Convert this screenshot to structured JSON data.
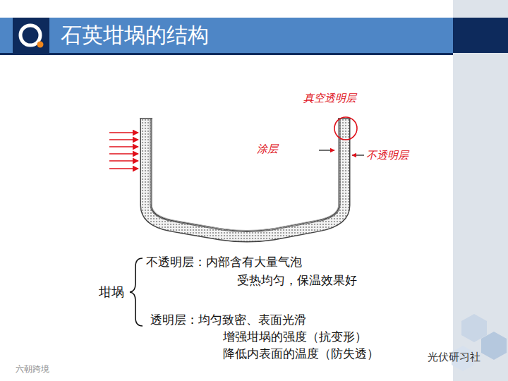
{
  "diagram": {
    "title": "石英坩埚的结构",
    "labels": [
      "真空透明层",
      "涂层",
      "不透明层",
      "坩埚",
      "不透明层：内部含有大量气泡",
      "受热均匀，保温效果好",
      "透明层：均匀致密、表面光滑",
      "增强坩埚的强度（抗变形）",
      "降低内表面的温度（防失透）",
      "光伏研习社",
      "六朝跨境"
    ]
  }
}
